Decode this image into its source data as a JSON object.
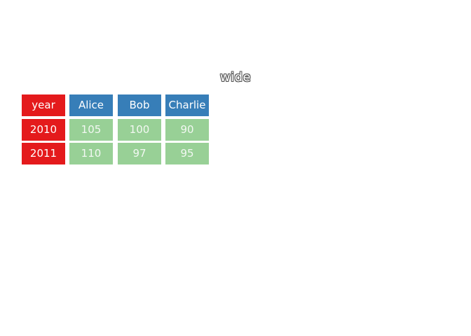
{
  "title": "wide",
  "table": {
    "header": [
      "year",
      "Alice",
      "Bob",
      "Charlie"
    ],
    "rows": [
      [
        "2010",
        "105",
        "100",
        "90"
      ],
      [
        "2011",
        "110",
        "97",
        "95"
      ]
    ]
  },
  "colors": {
    "key_column": "#e41a1c",
    "header_row": "#377eb8",
    "value_cells": "#98d096"
  }
}
